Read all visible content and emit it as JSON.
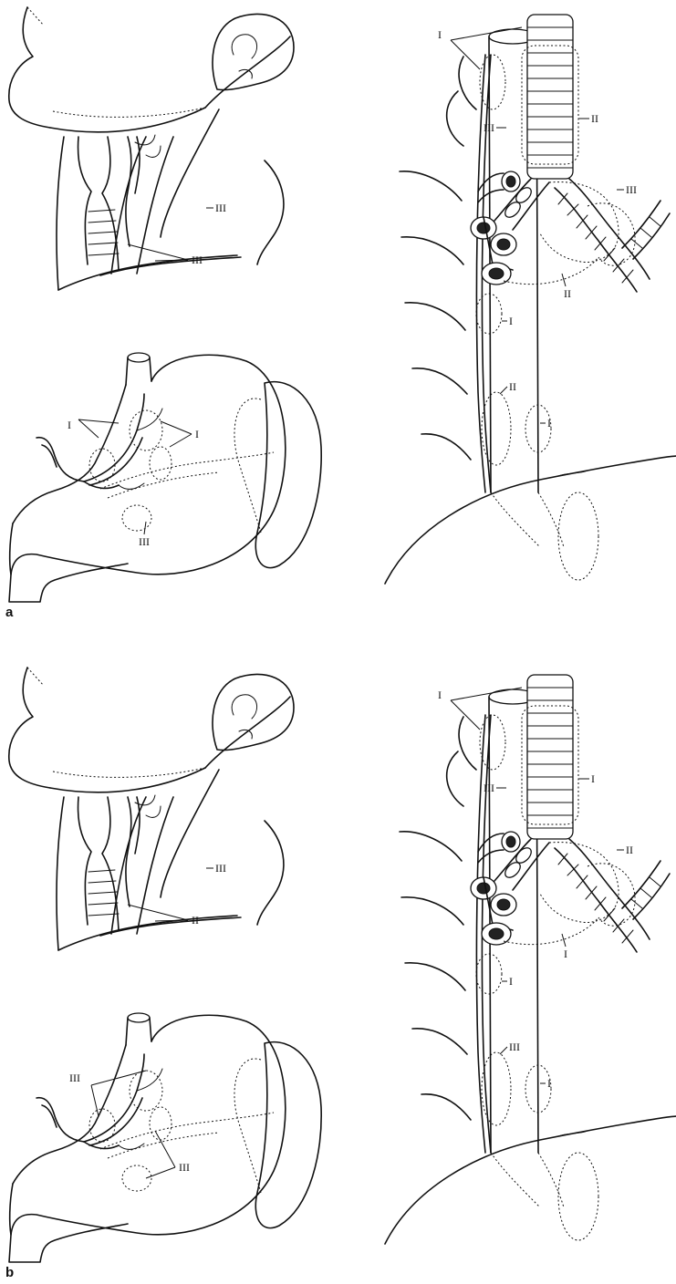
{
  "panels": [
    {
      "letter": "a",
      "neck": {
        "labels": [
          "III",
          "III"
        ]
      },
      "stomach": {
        "labels": [
          "I",
          "I",
          "III"
        ]
      },
      "thorax": {
        "labels": [
          "I",
          "III",
          "II",
          "III",
          "II",
          "I",
          "II",
          "I"
        ]
      }
    },
    {
      "letter": "b",
      "neck": {
        "labels": [
          "III",
          "II"
        ]
      },
      "stomach": {
        "labels": [
          "III",
          "III"
        ]
      },
      "thorax": {
        "labels": [
          "I",
          "III",
          "I",
          "II",
          "I",
          "I",
          "III",
          "I"
        ]
      }
    }
  ]
}
